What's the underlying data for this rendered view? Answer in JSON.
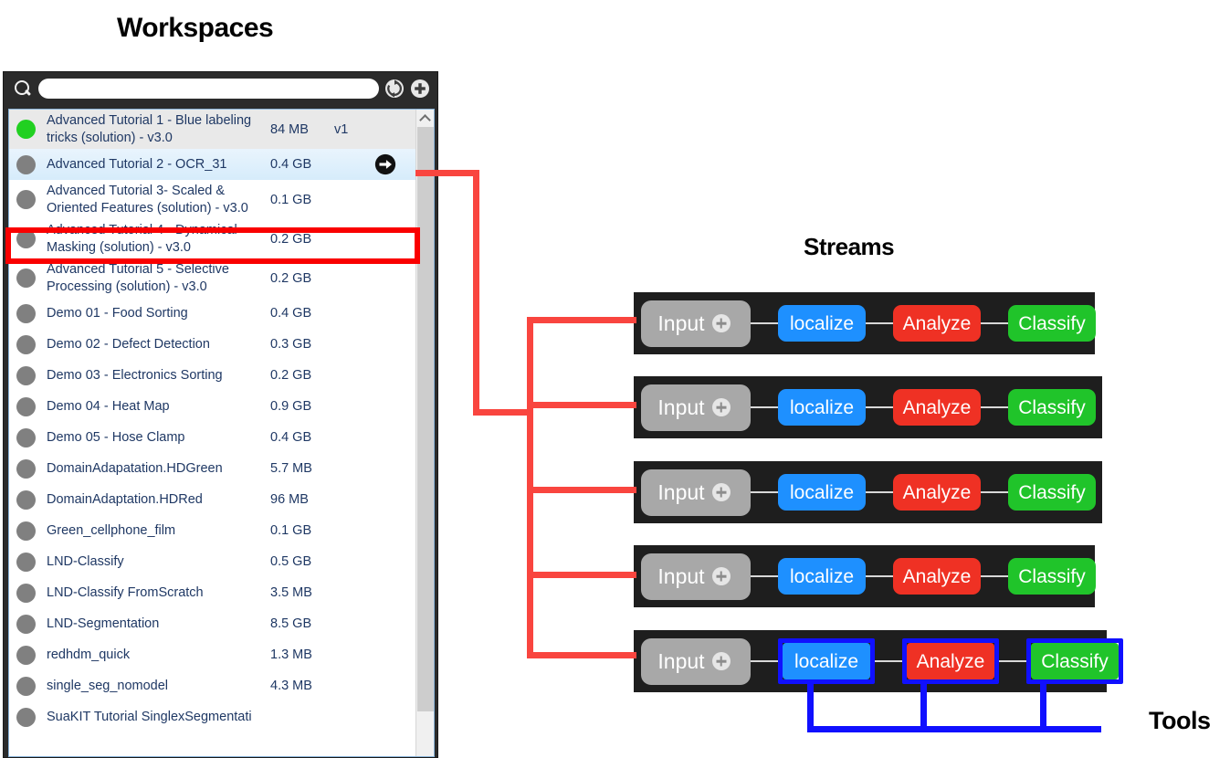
{
  "titles": {
    "workspaces": "Workspaces",
    "streams": "Streams",
    "tools": "Tools"
  },
  "search": {
    "value": "",
    "placeholder": "",
    "icons": [
      "search-icon",
      "refresh-icon",
      "plus-icon"
    ]
  },
  "workspaces": {
    "columns": [
      "status",
      "name",
      "size",
      "version"
    ],
    "rows": [
      {
        "status": "green",
        "name": "Advanced Tutorial 1 - Blue labeling tricks (solution) - v3.0",
        "size": "84 MB",
        "version": "v1",
        "selected": false,
        "two_line": true
      },
      {
        "status": "gray",
        "name": "Advanced Tutorial 2 - OCR_31",
        "size": "0.4 GB",
        "version": "",
        "selected": true,
        "two_line": false
      },
      {
        "status": "gray",
        "name": "Advanced Tutorial 3- Scaled & Oriented Features (solution) - v3.0",
        "size": "0.1 GB",
        "version": "",
        "selected": false,
        "two_line": true
      },
      {
        "status": "gray",
        "name": "Advanced Tutorial 4 - Dynamical Masking (solution) - v3.0",
        "size": "0.2 GB",
        "version": "",
        "selected": false,
        "two_line": true
      },
      {
        "status": "gray",
        "name": "Advanced Tutorial 5 - Selective Processing  (solution) - v3.0",
        "size": "0.2 GB",
        "version": "",
        "selected": false,
        "two_line": true
      },
      {
        "status": "gray",
        "name": "Demo 01 - Food Sorting",
        "size": "0.4 GB",
        "version": "",
        "selected": false,
        "two_line": false
      },
      {
        "status": "gray",
        "name": "Demo 02 - Defect Detection",
        "size": "0.3 GB",
        "version": "",
        "selected": false,
        "two_line": false
      },
      {
        "status": "gray",
        "name": "Demo 03 - Electronics Sorting",
        "size": "0.2 GB",
        "version": "",
        "selected": false,
        "two_line": false
      },
      {
        "status": "gray",
        "name": "Demo 04 - Heat Map",
        "size": "0.9 GB",
        "version": "",
        "selected": false,
        "two_line": false
      },
      {
        "status": "gray",
        "name": "Demo 05 - Hose Clamp",
        "size": "0.4 GB",
        "version": "",
        "selected": false,
        "two_line": false
      },
      {
        "status": "gray",
        "name": "DomainAdapatation.HDGreen",
        "size": "5.7 MB",
        "version": "",
        "selected": false,
        "two_line": false
      },
      {
        "status": "gray",
        "name": "DomainAdaptation.HDRed",
        "size": "96 MB",
        "version": "",
        "selected": false,
        "two_line": false
      },
      {
        "status": "gray",
        "name": "Green_cellphone_film",
        "size": "0.1 GB",
        "version": "",
        "selected": false,
        "two_line": false
      },
      {
        "status": "gray",
        "name": "LND-Classify",
        "size": "0.5 GB",
        "version": "",
        "selected": false,
        "two_line": false
      },
      {
        "status": "gray",
        "name": "LND-Classify FromScratch",
        "size": "3.5 MB",
        "version": "",
        "selected": false,
        "two_line": false
      },
      {
        "status": "gray",
        "name": "LND-Segmentation",
        "size": "8.5 GB",
        "version": "",
        "selected": false,
        "two_line": false
      },
      {
        "status": "gray",
        "name": "redhdm_quick",
        "size": "1.3 MB",
        "version": "",
        "selected": false,
        "two_line": false
      },
      {
        "status": "gray",
        "name": "single_seg_nomodel",
        "size": "4.3 MB",
        "version": "",
        "selected": false,
        "two_line": false
      },
      {
        "status": "gray",
        "name": "SuaKIT Tutorial SinglexSegmentati",
        "size": "",
        "version": "",
        "selected": false,
        "two_line": false
      }
    ],
    "selected_arrow_icon": "arrow-right-circle-icon"
  },
  "streams": {
    "node_labels": {
      "input": "Input",
      "localize": "localize",
      "analyze": "Analyze",
      "classify": "Classify"
    },
    "rows": [
      {
        "id": 1,
        "highlighted_nodes": []
      },
      {
        "id": 2,
        "highlighted_nodes": []
      },
      {
        "id": 3,
        "highlighted_nodes": []
      },
      {
        "id": 4,
        "highlighted_nodes": []
      },
      {
        "id": 5,
        "highlighted_nodes": [
          "localize",
          "analyze",
          "classify"
        ]
      }
    ]
  },
  "colors": {
    "selection_red": "#fa0000",
    "connector_red": "#f9453f",
    "highlight_blue": "#1010ff",
    "node_input": "#a8a8a8",
    "node_localize": "#1e90ff",
    "node_analyze": "#ef3124",
    "node_classify": "#20c42a",
    "panel_dark": "#1e1e1e",
    "status_green": "#21d021",
    "status_gray": "#808080",
    "text_navy": "#1f3864"
  }
}
